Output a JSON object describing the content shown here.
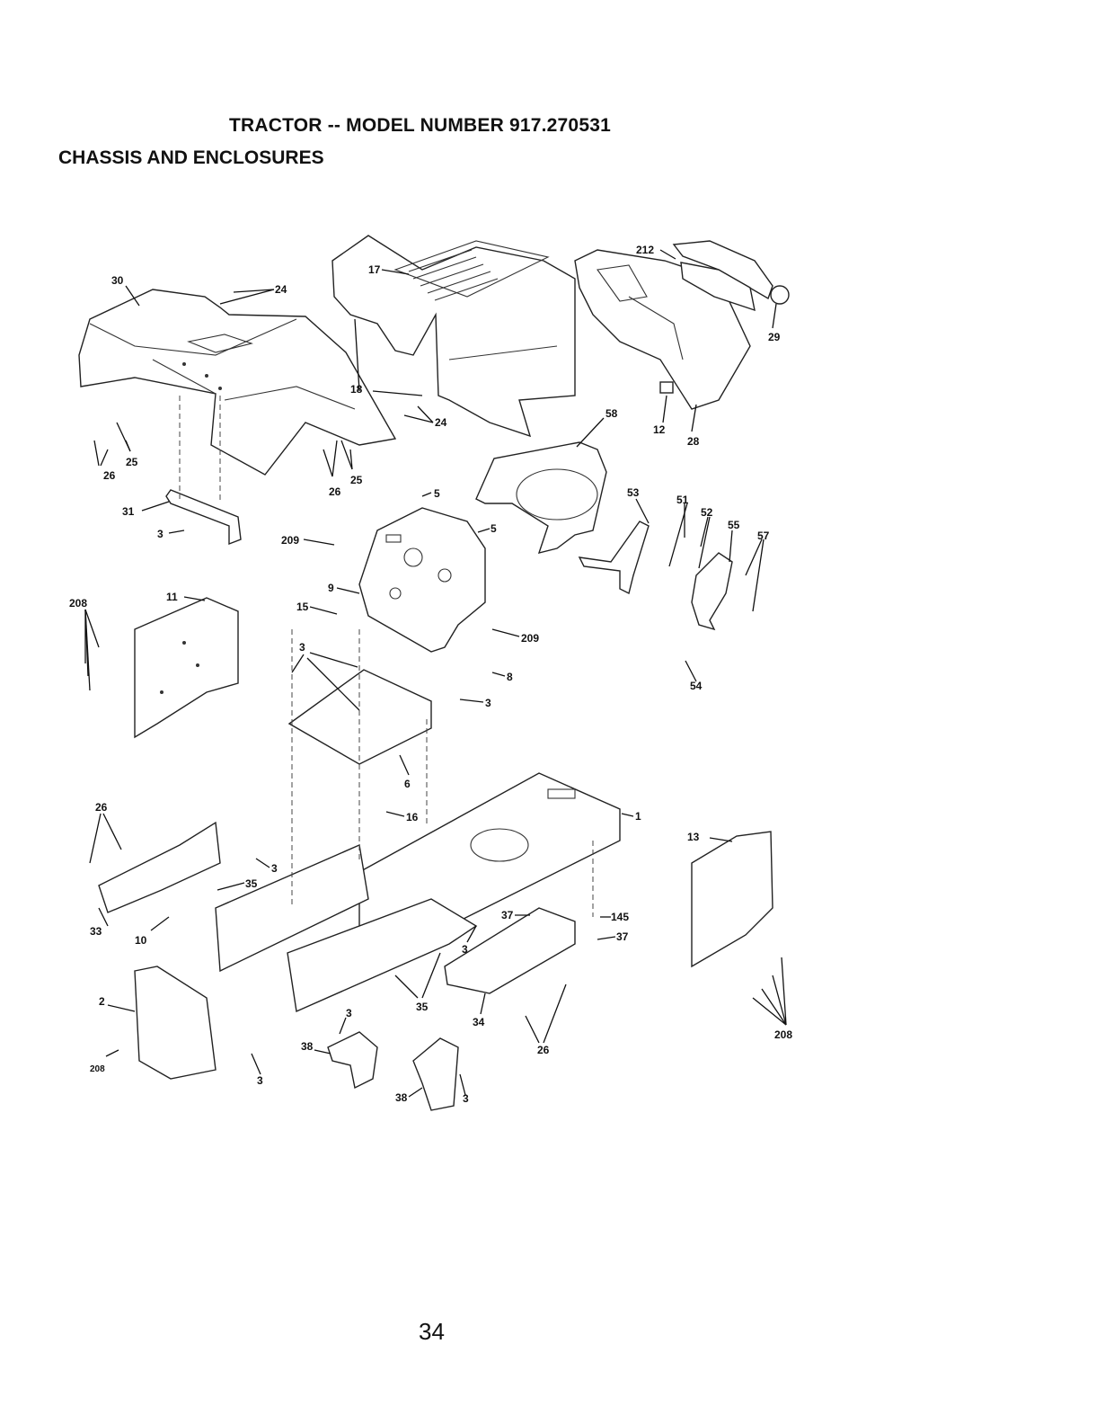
{
  "header": {
    "title": "TRACTOR -- MODEL NUMBER 917.270531",
    "subtitle": "CHASSIS AND ENCLOSURES"
  },
  "callouts": [
    "30",
    "24",
    "17",
    "212",
    "29",
    "18",
    "24",
    "58",
    "12",
    "28",
    "26",
    "25",
    "26",
    "25",
    "31",
    "3",
    "5",
    "209",
    "5",
    "53",
    "51",
    "52",
    "55",
    "57",
    "208",
    "11",
    "9",
    "15",
    "209",
    "3",
    "8",
    "3",
    "54",
    "6",
    "16",
    "26",
    "1",
    "13",
    "3",
    "35",
    "37",
    "145",
    "37",
    "33",
    "10",
    "2",
    "3",
    "35",
    "34",
    "26",
    "208",
    "208",
    "3",
    "38",
    "38",
    "3",
    "3"
  ],
  "footer": {
    "page_number": "34"
  }
}
